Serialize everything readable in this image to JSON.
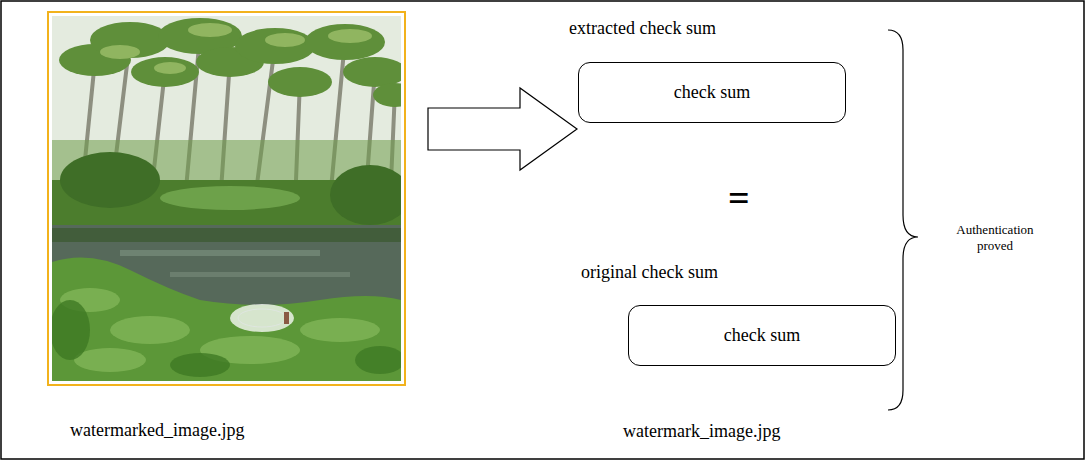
{
  "diagram": {
    "nodes": [
      {
        "text": [
          "extracted check sum",
          "check sum"
        ]
      },
      {
        "text": [
          "original check sum",
          "check sum"
        ]
      }
    ],
    "labels": [
      "=",
      "watermarked_image.jpg",
      "watermark_image.jpg",
      "Authentication proved"
    ]
  }
}
